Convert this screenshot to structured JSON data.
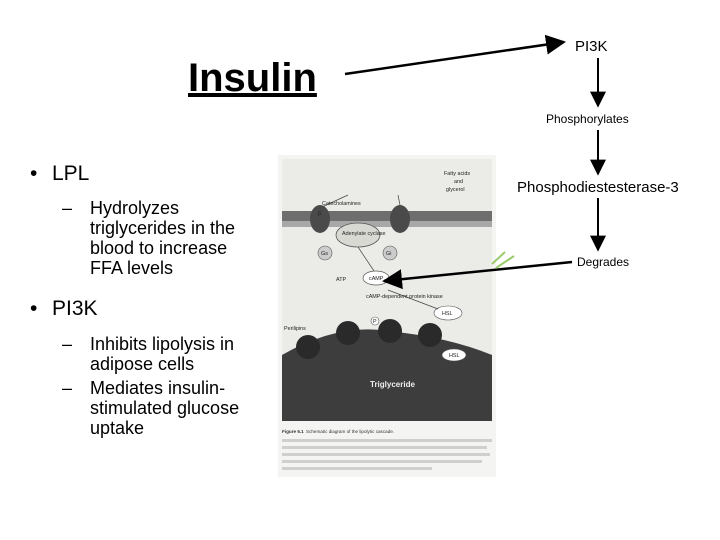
{
  "title": "Insulin",
  "left_bullets": [
    {
      "marker": "•",
      "label": "LPL",
      "subs": [
        {
          "marker": "–",
          "text": "Hydrolyzes triglycerides in the blood to increase FFA levels"
        }
      ]
    },
    {
      "marker": "•",
      "label": "PI3K",
      "subs": [
        {
          "marker": "–",
          "text": "Inhibits lipolysis in adipose cells"
        },
        {
          "marker": "–",
          "text": "Mediates insulin-stimulated glucose uptake"
        }
      ]
    }
  ],
  "flow": {
    "step1": "PI3K",
    "step2": "Phosphorylates",
    "step3": "Phosphodiestesterase-3",
    "step4": "Degrades"
  },
  "figure": {
    "labels": {
      "catecholamines": "Catecholamines",
      "fatty_acids": "Fatty acids",
      "and": "and",
      "glycerol": "glycerol",
      "adenylate_cyclase": "Adenylate cyclase",
      "atp": "ATP",
      "camp": "cAMP",
      "camp_kinase": "cAMP-dependent protein kinase",
      "hsl": "HSL",
      "hsl_p": "HSL",
      "perilipins": "Perilipins",
      "triglyceride": "Triglyceride",
      "gs": "Gs",
      "gi": "Gi",
      "beta": "β",
      "p": "P"
    },
    "caption_title": "Figure 6.1",
    "caption_text": "Schematic diagram of the lipolytic cascade."
  },
  "colors": {
    "arrow": "#000000",
    "text": "#000000",
    "figure_gray": "#8a8a8a"
  }
}
